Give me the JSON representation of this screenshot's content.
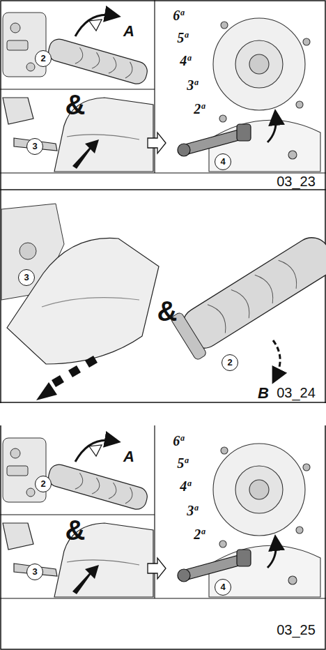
{
  "diagram": {
    "labels": [
      "A",
      "2",
      "&",
      "3",
      "6ª",
      "5ª",
      "4ª",
      "3ª",
      "2ª",
      "4",
      "03_23",
      "3",
      "&",
      "2",
      "B",
      "03_24",
      "A",
      "2",
      "&",
      "3",
      "6ª",
      "5ª",
      "4ª",
      "3ª",
      "2ª",
      "4",
      "03_25"
    ]
  }
}
